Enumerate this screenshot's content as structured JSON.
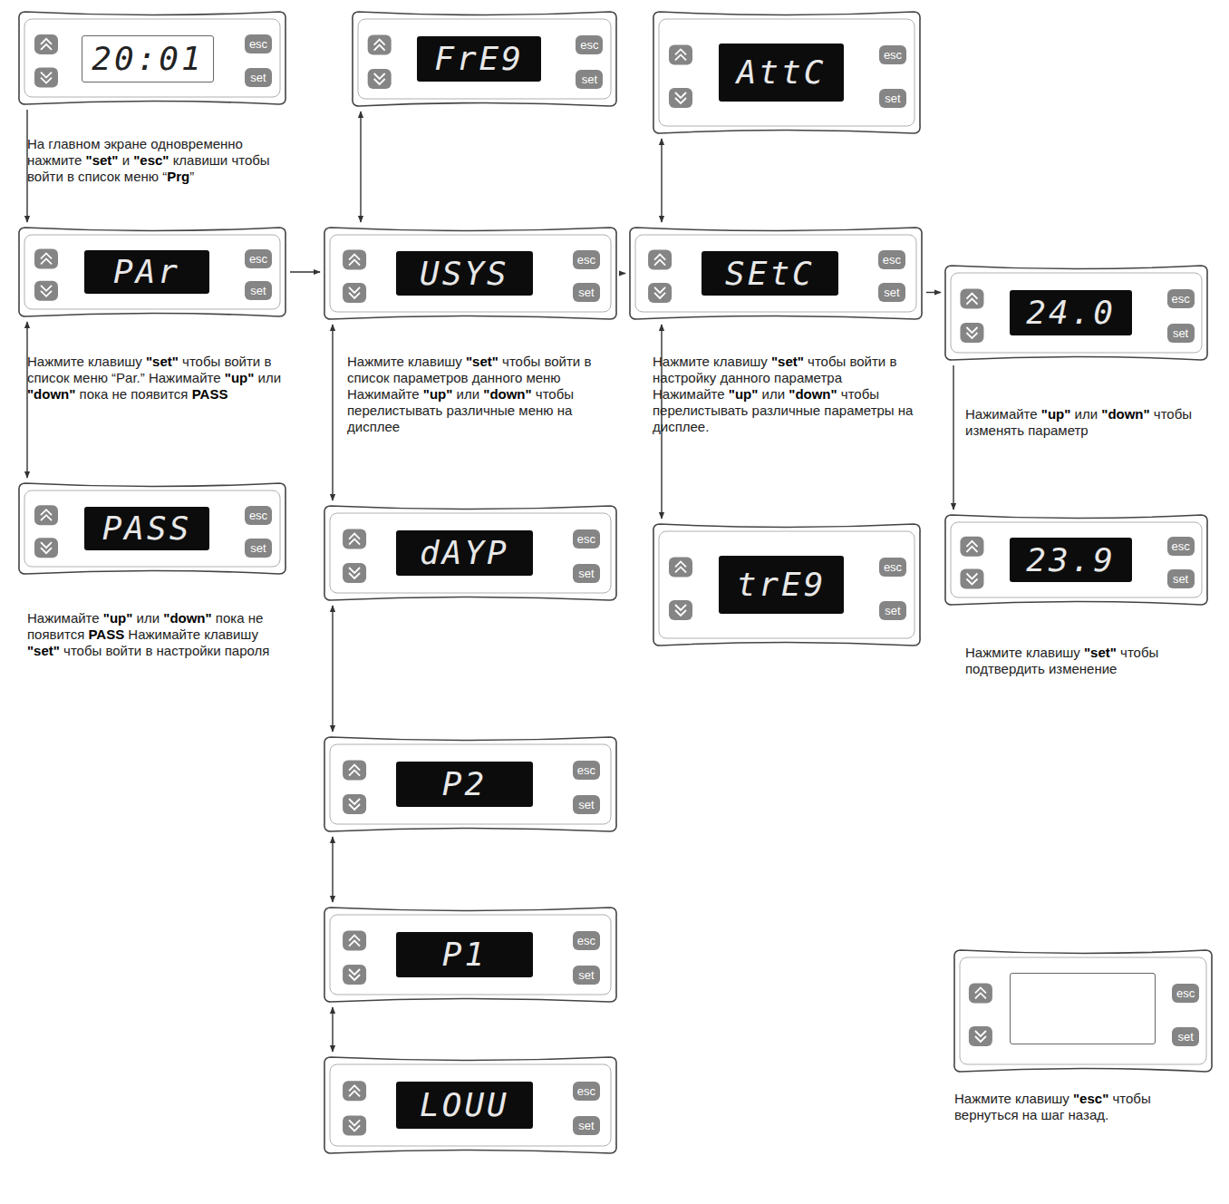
{
  "diagram": {
    "nodes": [
      {
        "text": [
          "20:01",
          "esc",
          "set"
        ]
      },
      {
        "text": [
          "FrE9",
          "esc",
          "set"
        ]
      },
      {
        "text": [
          "AttC",
          "esc",
          "set"
        ]
      },
      {
        "text": [
          "PAr",
          "esc",
          "set"
        ]
      },
      {
        "text": [
          "USYS",
          "esc",
          "set"
        ]
      },
      {
        "text": [
          "SEtC",
          "esc",
          "set"
        ]
      },
      {
        "text": [
          "24.0",
          "esc",
          "set"
        ]
      },
      {
        "text": [
          "PASS",
          "esc",
          "set"
        ]
      },
      {
        "text": [
          "dAYP",
          "esc",
          "set"
        ]
      },
      {
        "text": [
          "trE9",
          "esc",
          "set"
        ]
      },
      {
        "text": [
          "23.9",
          "esc",
          "set"
        ]
      },
      {
        "text": [
          "P2",
          "esc",
          "set"
        ]
      },
      {
        "text": [
          "P1",
          "esc",
          "set"
        ]
      },
      {
        "text": [
          "LOUU",
          "esc",
          "set"
        ]
      },
      {
        "text": [
          "esc",
          "set"
        ]
      }
    ],
    "edges": [
      {
        "from": 0,
        "to": 3,
        "arrow": "to"
      },
      {
        "from": 3,
        "to": 4,
        "arrow": "to"
      },
      {
        "from": 4,
        "to": 5,
        "arrow": "to"
      },
      {
        "from": 5,
        "to": 6,
        "arrow": "to"
      },
      {
        "from": 3,
        "to": 7,
        "arrow": "both"
      },
      {
        "from": 1,
        "to": 4,
        "arrow": "both"
      },
      {
        "from": 4,
        "to": 8,
        "arrow": "both"
      },
      {
        "from": 8,
        "to": 11,
        "arrow": "both"
      },
      {
        "from": 11,
        "to": 12,
        "arrow": "both"
      },
      {
        "from": 12,
        "to": 13,
        "arrow": "both"
      },
      {
        "from": 2,
        "to": 5,
        "arrow": "both"
      },
      {
        "from": 5,
        "to": 9,
        "arrow": "both"
      },
      {
        "from": 6,
        "to": 10,
        "arrow": "to"
      }
    ],
    "labels": [
      "На главном экране одновременно нажмите \"set\" и \"esc\" клавиши чтобы войти в список меню “Prg”",
      "Нажмите клавишу \"set\" чтобы войти в список меню “Par.” Нажимайте \"up\" или \"down\" пока не появится PASS",
      "Нажмите клавишу \"set\" чтобы войти в список параметров данного меню Нажимайте \"up\" или \"down\" чтобы перелистывать различные меню на дисплее",
      "Нажмите клавишу \"set\" чтобы войти в настройку данного параметра Нажимайте \"up\" или \"down\" чтобы перелистывать различные параметры на дисплее.",
      "Нажимайте \"up\" или \"down\" чтобы изменять параметр",
      "Нажимайте \"up\" или \"down\" пока не появится PASS Нажимайте клавишу \"set\" чтобы войти в настройки пароля",
      "Нажмите клавишу \"set\" чтобы подтвердить изменение",
      "Нажмите клавишу \"esc\" чтобы вернуться на шаг назад."
    ]
  }
}
